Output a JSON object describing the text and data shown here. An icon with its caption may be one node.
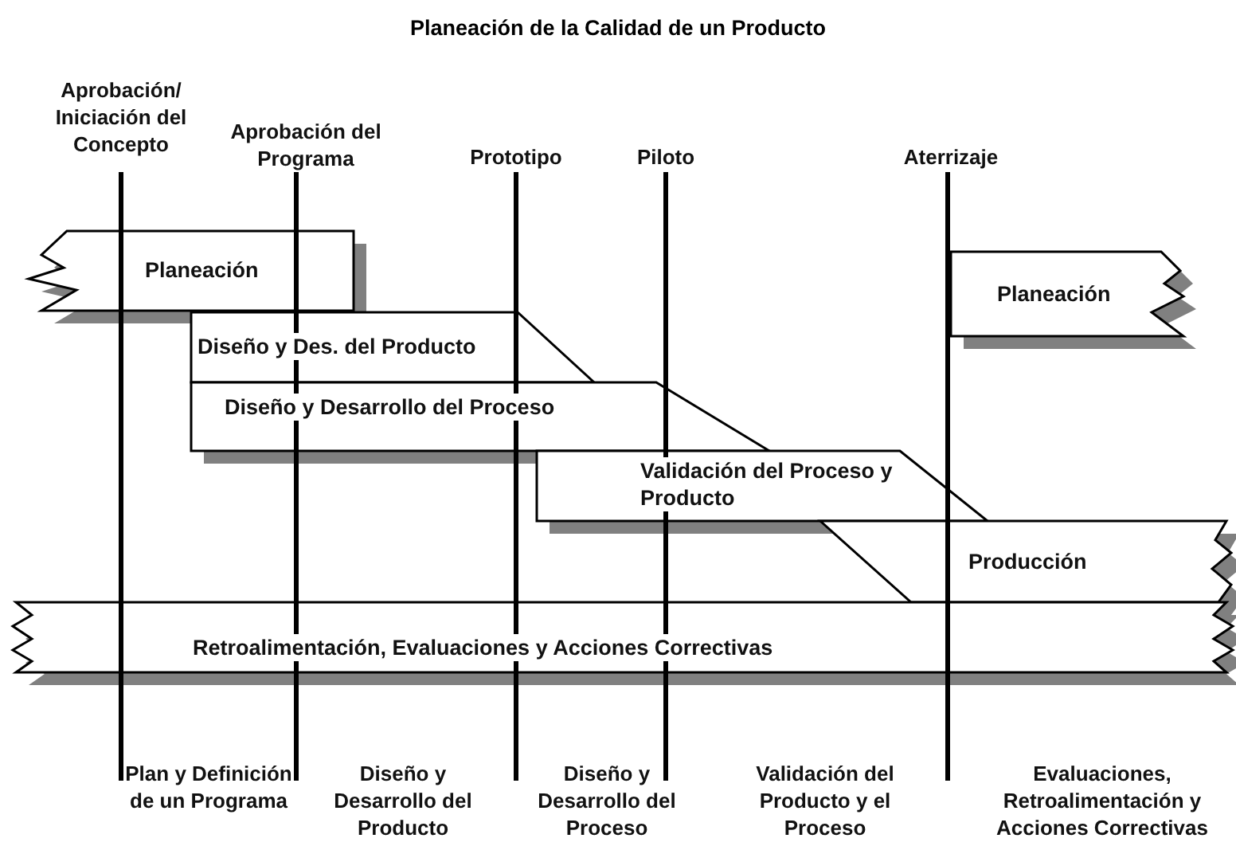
{
  "diagram": {
    "title": "Planeación de la Calidad de un Producto",
    "nodes": [
      {
        "text": [
          "Planeación"
        ]
      },
      {
        "text": [
          "Planeación"
        ]
      },
      {
        "text": [
          "Diseño y Des. del Producto"
        ]
      },
      {
        "text": [
          "Diseño y Desarrollo del Proceso"
        ]
      },
      {
        "text": [
          "Validación del Proceso y Producto"
        ]
      },
      {
        "text": [
          "Producción"
        ]
      },
      {
        "text": [
          "Retroalimentación, Evaluaciones y Acciones Correctivas"
        ]
      }
    ],
    "labels": [
      "Aprobación/ Iniciación del Concepto",
      "Aprobación del Programa",
      "Prototipo",
      "Piloto",
      "Aterrizaje",
      "Plan y Definición de un Programa",
      "Diseño y Desarrollo del Producto",
      "Diseño y Desarrollo del Proceso",
      "Validación del Producto y el Proceso",
      "Evaluaciones, Retroalimentación y Acciones Correctivas"
    ]
  }
}
